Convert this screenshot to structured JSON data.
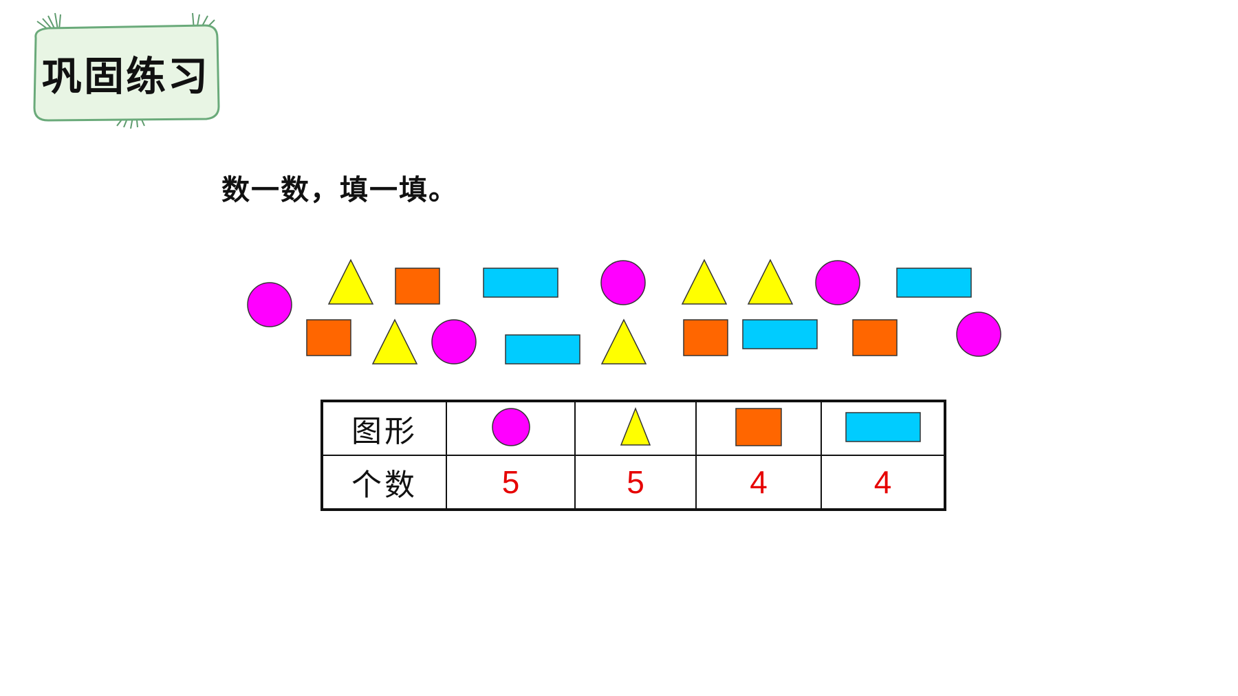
{
  "badge": {
    "title": "巩固练习"
  },
  "instruction": "数一数，填一填。",
  "colors": {
    "circle": "#ff00ff",
    "triangle": "#ffff00",
    "square": "#ff6600",
    "rectangle": "#00ccff",
    "count_text": "#e60000",
    "badge_fill": "#e8f5e4",
    "badge_border": "#6aaa7a"
  },
  "table": {
    "row_headers": [
      "图形",
      "个数"
    ],
    "columns": [
      {
        "shape": "circle-icon",
        "count": "5"
      },
      {
        "shape": "triangle-icon",
        "count": "5"
      },
      {
        "shape": "square-icon",
        "count": "4"
      },
      {
        "shape": "rectangle-icon",
        "count": "4"
      }
    ]
  }
}
